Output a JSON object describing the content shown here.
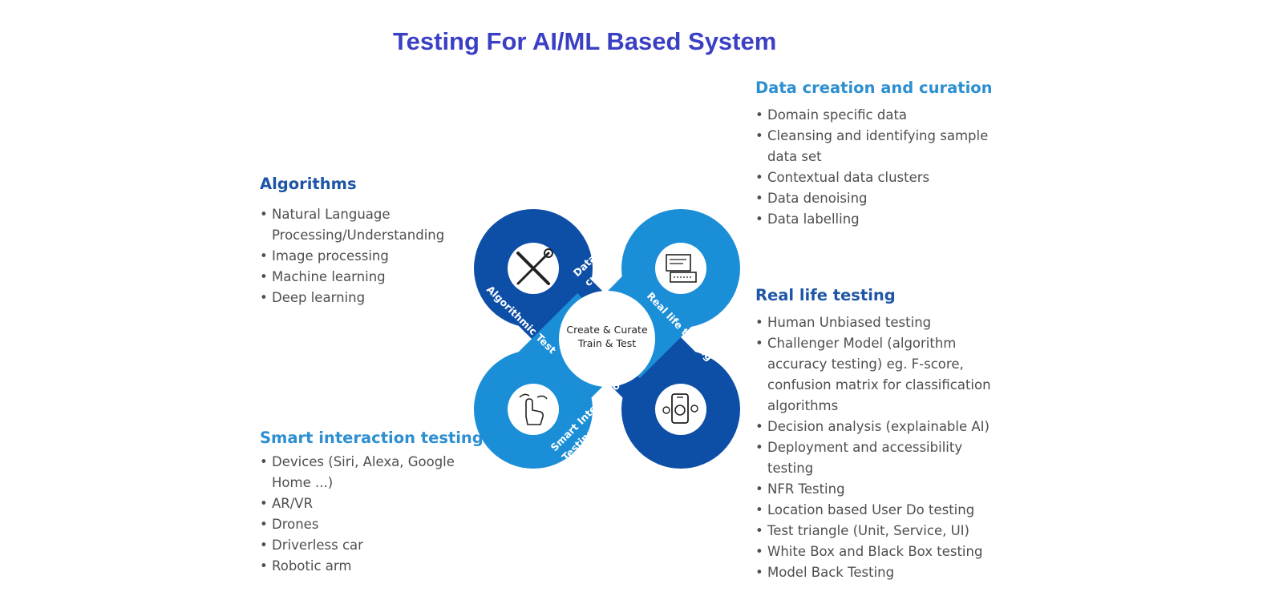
{
  "title": "Testing For AI/ML Based System",
  "colors": {
    "title": "#3b3fc4",
    "dark_blue": "#1f55a6",
    "light_blue": "#2d8fd0",
    "band_dark": "#0d4ea6",
    "band_light": "#1b8ed8",
    "body_text": "#4e4e4e"
  },
  "sections": {
    "algorithms": {
      "heading": "Algorithms",
      "items": [
        "Natural Language Processing/Understanding",
        "Image processing",
        "Machine learning",
        "Deep learning"
      ]
    },
    "data_creation": {
      "heading": "Data creation and curation",
      "items": [
        "Domain specific data",
        "Cleansing and identifying sample data set",
        "Contextual data clusters",
        "Data denoising",
        "Data labelling"
      ]
    },
    "real_life": {
      "heading": "Real life testing",
      "items": [
        "Human Unbiased testing",
        "Challenger Model (algorithm accuracy testing) eg. F-score, confusion matrix for classification algorithms",
        "Decision analysis (explainable AI)",
        "Deployment and accessibility testing",
        "NFR Testing",
        "Location based User Do testing",
        "Test triangle (Unit, Service, UI)",
        "White Box and Black Box testing",
        "Model Back Testing"
      ]
    },
    "smart_interaction": {
      "heading": "Smart interaction testing",
      "items": [
        "Devices (Siri, Alexa, Google Home ...)",
        "AR/VR",
        "Drones",
        "Driverless car",
        "Robotic arm"
      ]
    }
  },
  "diagram": {
    "center_line1": "Create & Curate",
    "center_line2": "Train & Test",
    "band_algorithmic": "Algorithmic Test",
    "band_data_line1": "Data creation &",
    "band_data_line2": "curation",
    "band_real_life": "Real life testing",
    "band_smart_line1": "Smart Interaction",
    "band_smart_line2": "Testing",
    "icons": [
      "tools-icon",
      "keyboard-icon",
      "touch-gesture-icon",
      "mobile-gear-icon"
    ]
  }
}
